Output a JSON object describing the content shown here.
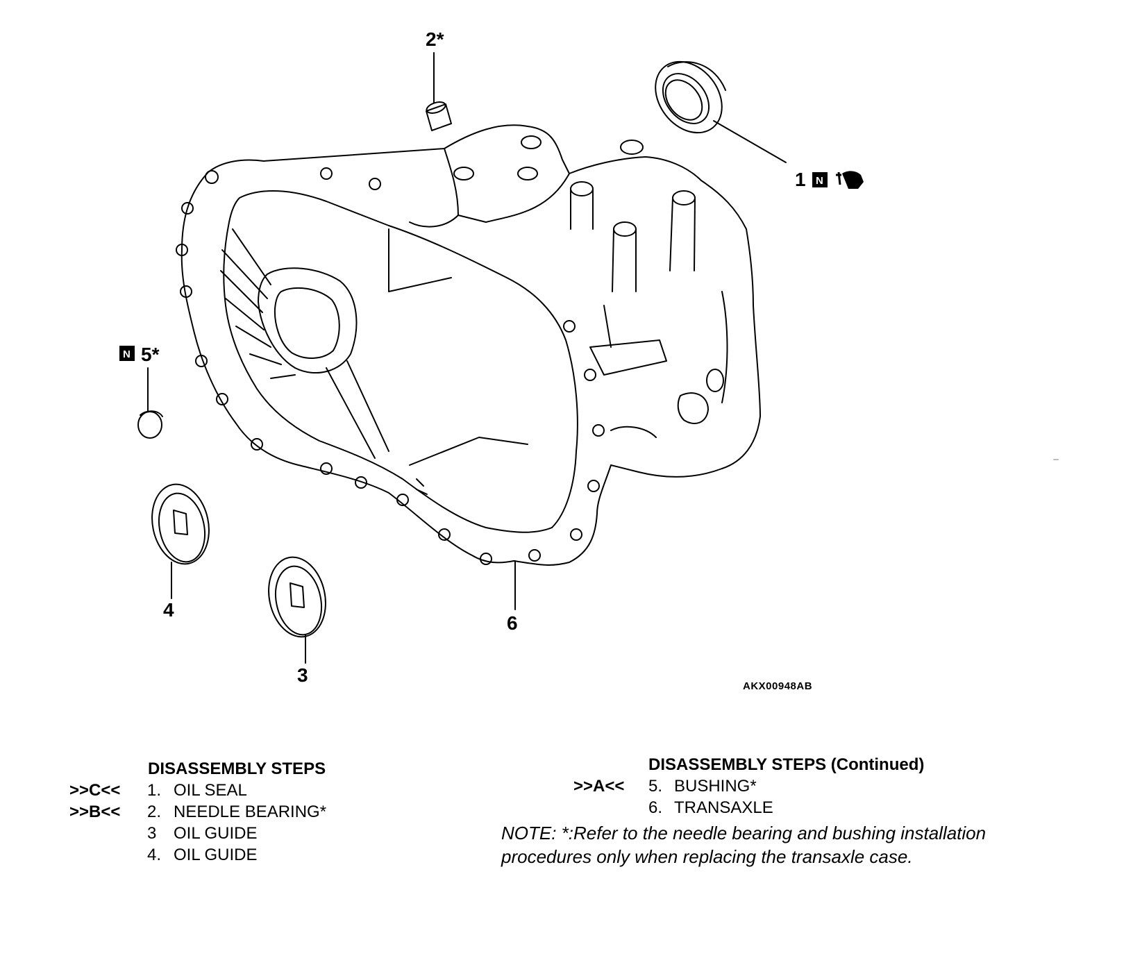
{
  "figure": {
    "callouts": {
      "c1": "1",
      "c2": "2*",
      "c3": "3",
      "c4": "4",
      "c5": "5*",
      "c6": "6"
    },
    "n_badge": "N",
    "figure_id": "AKX00948AB"
  },
  "steps_left": {
    "heading": "DISASSEMBLY STEPS",
    "items": [
      {
        "mark": ">>C<<",
        "num": "1.",
        "label": "OIL SEAL"
      },
      {
        "mark": ">>B<<",
        "num": "2.",
        "label": "NEEDLE BEARING*"
      },
      {
        "mark": "",
        "num": "3",
        "label": "OIL GUIDE"
      },
      {
        "mark": "",
        "num": "4.",
        "label": "OIL GUIDE"
      }
    ]
  },
  "steps_right": {
    "heading": "DISASSEMBLY STEPS (Continued)",
    "items": [
      {
        "mark": ">>A<<",
        "num": "5.",
        "label": "BUSHING*"
      },
      {
        "mark": "",
        "num": "6.",
        "label": "TRANSAXLE"
      }
    ]
  },
  "note": "NOTE: *:Refer to the needle bearing and bushing installation procedures only when replacing the transaxle case."
}
